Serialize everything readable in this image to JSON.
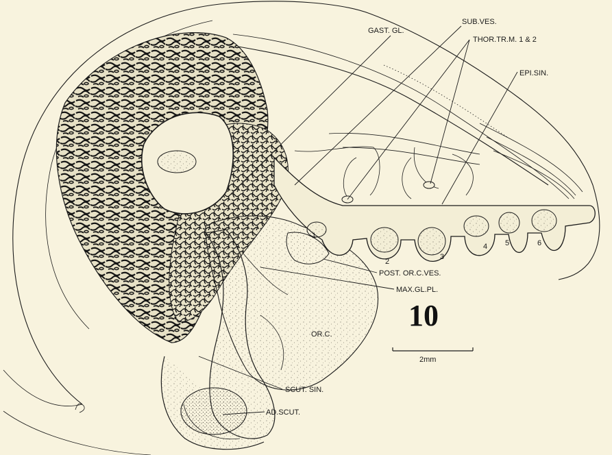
{
  "figure_number": "10",
  "scale_bar": {
    "label": "2mm"
  },
  "labels": {
    "gast_gl": "GAST. GL.",
    "sub_ves": "SUB.VES.",
    "thor_tr": "THOR.TR.M. 1 & 2",
    "epi_sin": "EPI.SIN.",
    "post_or_c_ves": "POST. OR.C.VES.",
    "max_gl_pl": "MAX.GL.PL.",
    "or_c": "OR.C.",
    "scut_sin": "SCUT. SIN.",
    "ad_scut": "AD.SCUT."
  },
  "vesicle_numbers": [
    "1",
    "2",
    "3",
    "4",
    "5",
    "6"
  ]
}
